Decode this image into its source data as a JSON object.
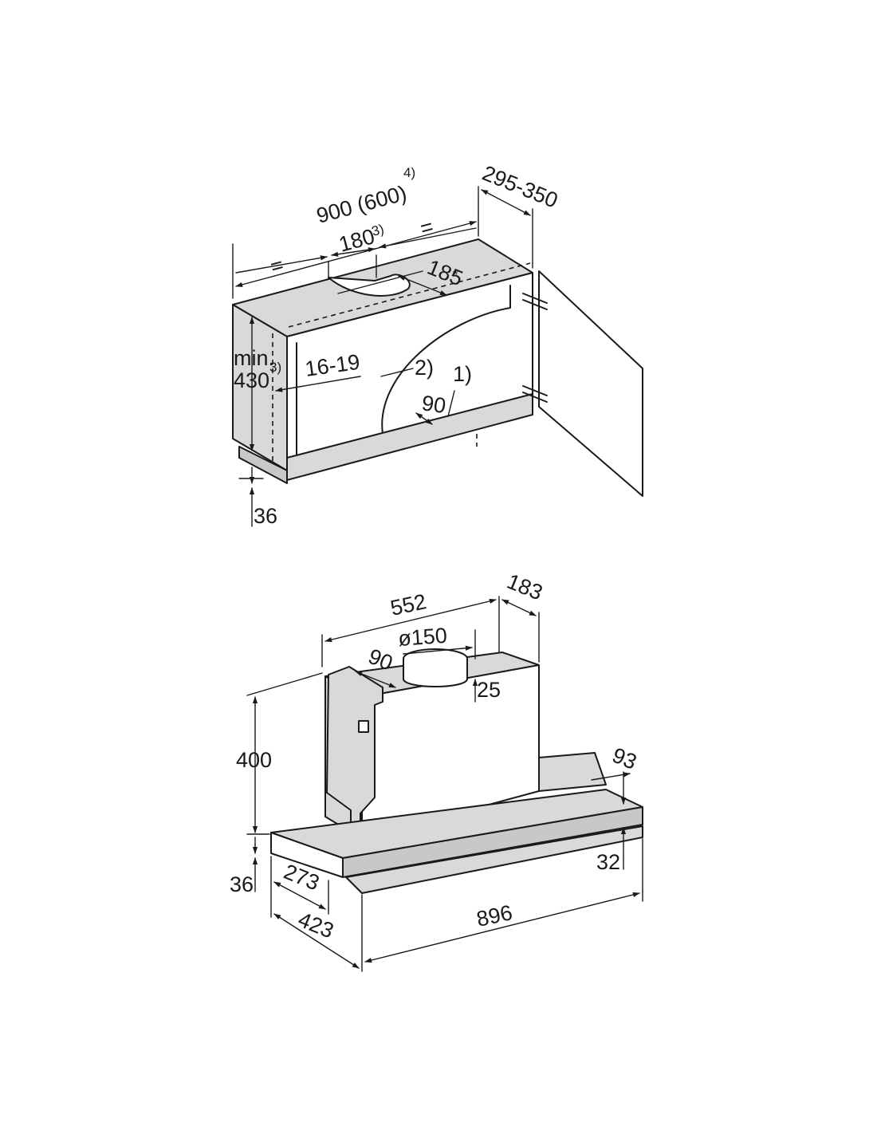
{
  "cabinet": {
    "width": "900 (600)",
    "width_note": "4)",
    "depth": "295-350",
    "cutout_width": "180",
    "cutout_note": "3)",
    "equal_left": "=",
    "equal_right": "=",
    "cutout_depth": "185",
    "cutout_depth_mark": "*",
    "min_prefix": "min.",
    "min_height": "430",
    "min_note": "3)",
    "wall_thickness": "16-19",
    "label_2": "2)",
    "label_1": "1)",
    "shelf_offset": "90",
    "bottom_offset": "36"
  },
  "hood": {
    "box_width": "552",
    "box_depth": "183",
    "duct_diameter": "ø150",
    "duct_offset": "90",
    "duct_height": "25",
    "height": "400",
    "slide_offset": "93",
    "front_thickness": "32",
    "bottom_thickness": "36",
    "depth_inner": "273",
    "depth_total": "423",
    "total_width": "896"
  }
}
